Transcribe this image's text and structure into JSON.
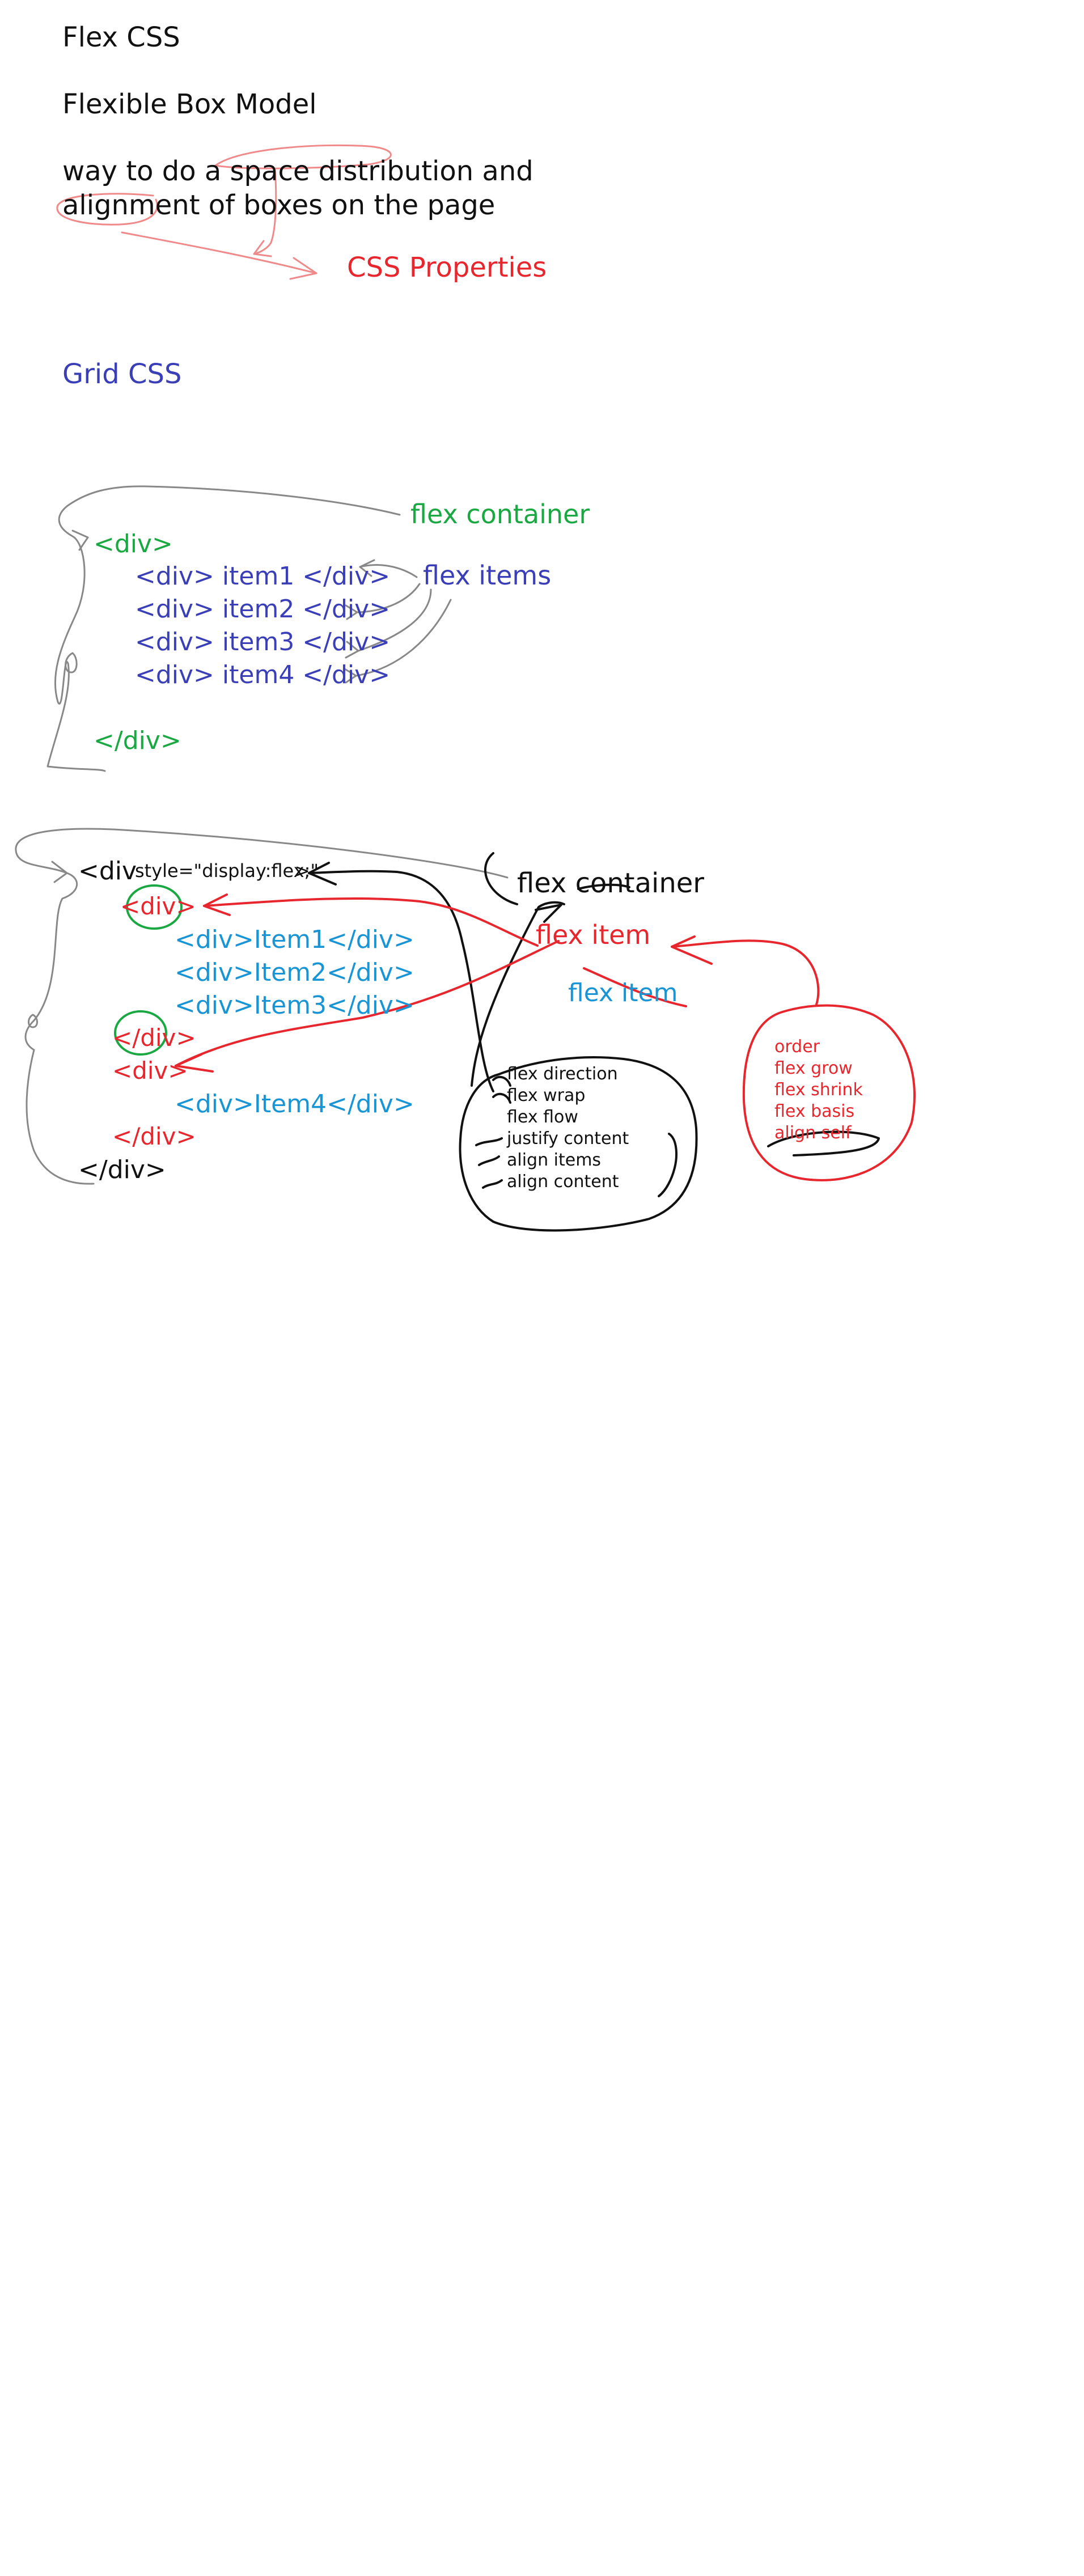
{
  "notes": {
    "title": "Flex CSS",
    "subtitle": "Flexible Box Model",
    "definition_line1": "way to do a space distribution and",
    "definition_line2": "alignment of boxes on the page",
    "css_properties": "CSS Properties",
    "grid_css": "Grid CSS"
  },
  "diagram1": {
    "open_div": "<div>",
    "items": [
      "<div> item1 </div>",
      "<div> item2 </div>",
      "<div> item3 </div>",
      "<div> item4 </div>"
    ],
    "close_div": "</div>",
    "flex_container_label": "flex container",
    "flex_items_label": "flex items"
  },
  "diagram2": {
    "outer_open": "<div",
    "outer_style": "style=\"display:flex;\"",
    "outer_open_end": ">",
    "inner1_open": "<div>",
    "inner1_items": [
      "<div>Item1</div>",
      "<div>Item2</div>",
      "<div>Item3</div>"
    ],
    "inner1_close": "</div>",
    "inner2_open": "<div>",
    "inner2_items": [
      "<div>Item4</div>"
    ],
    "inner2_close": "</div>",
    "outer_close": "</div>",
    "flex_container_label": "flex container",
    "flex_item_label": "flex item",
    "flex_item_label_cyan": "flex item",
    "container_properties": [
      "flex direction",
      "flex wrap",
      "flex flow",
      "justify content",
      "align items",
      "align content"
    ],
    "item_properties": [
      "order",
      "flex grow",
      "flex shrink",
      "flex basis",
      "align self"
    ]
  },
  "colors": {
    "black": "#111111",
    "red": "#e8262e",
    "blue": "#3a3fb8",
    "green": "#1aa842",
    "cyan": "#1995d6",
    "pink_ink": "#f08a8a",
    "gray_ink": "#888888"
  }
}
